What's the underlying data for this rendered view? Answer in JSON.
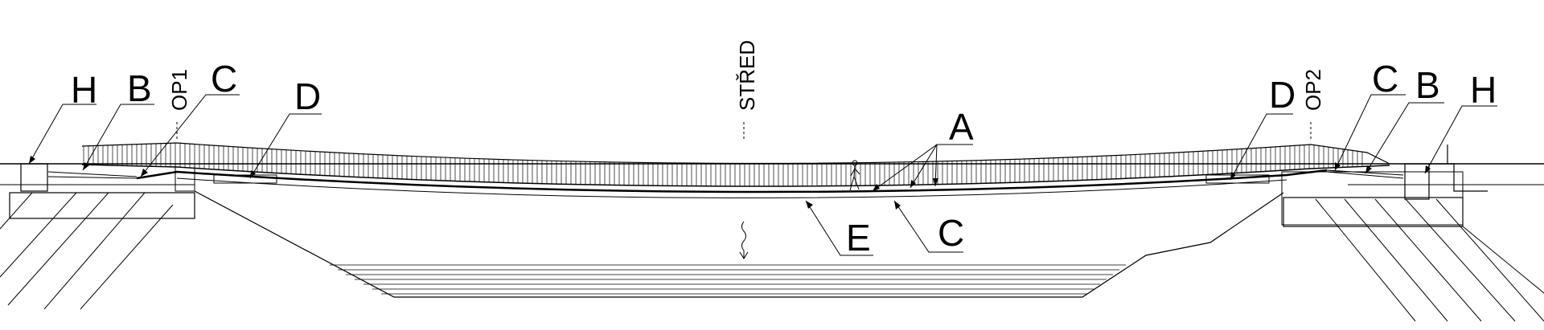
{
  "labels": {
    "h_left": "H",
    "b_left": "B",
    "op1": "OP1",
    "c_left": "C",
    "d_left": "D",
    "stred": "STŘED",
    "a": "A",
    "d_right": "D",
    "op2": "OP2",
    "c_right": "C",
    "b_right": "B",
    "h_right": "H",
    "e_bottom": "E",
    "c_bottom": "C"
  },
  "colors": {
    "line": "#000000",
    "background": "#ffffff"
  },
  "icons": {
    "pedestrian": "person-walking-icon",
    "water_flow": "flow-arrow-icon"
  }
}
